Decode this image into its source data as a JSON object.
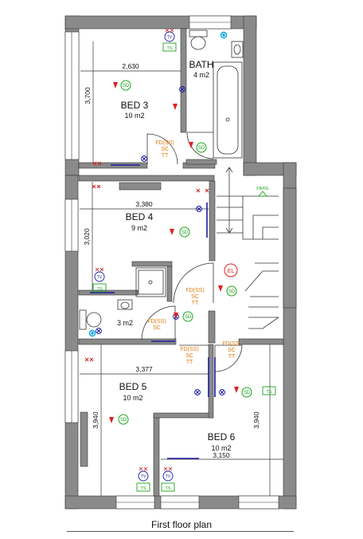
{
  "rooms": {
    "bath": {
      "name": "BATH",
      "area": "4 m2"
    },
    "bed3": {
      "name": "BED 3",
      "area": "10 m2"
    },
    "bed4": {
      "name": "BED 4",
      "area": "9 m2"
    },
    "wc": {
      "area": "3 m2"
    },
    "bed5": {
      "name": "BED 5",
      "area": "10 m2"
    },
    "bed6": {
      "name": "BED 6",
      "area": "10 m2"
    }
  },
  "dimensions": {
    "bed3_width": "2,630",
    "bed3_depth": "3,700",
    "bed4_width": "3,380",
    "bed4_depth": "3,020",
    "bed5_width": "3,377",
    "bed5_depth": "3,940",
    "bed6_width": "3,150",
    "bed6_depth": "3,940"
  },
  "door_labels": {
    "fd_line1": "FD(SS)",
    "fd_sc": "SC",
    "fd_tt": "TT"
  },
  "symbols": {
    "tv": "TV",
    "ts": "TS",
    "sd": "SD",
    "el": "EL",
    "fb_fe": "FB/FE"
  },
  "caption": "First floor plan",
  "colors": {
    "wall": "#8a8a8a",
    "smoke": "#e02020",
    "sd": "#1aa51a",
    "socket": "#1a1aa0",
    "door_label": "#e07a10",
    "tap": "#00a6d6"
  }
}
